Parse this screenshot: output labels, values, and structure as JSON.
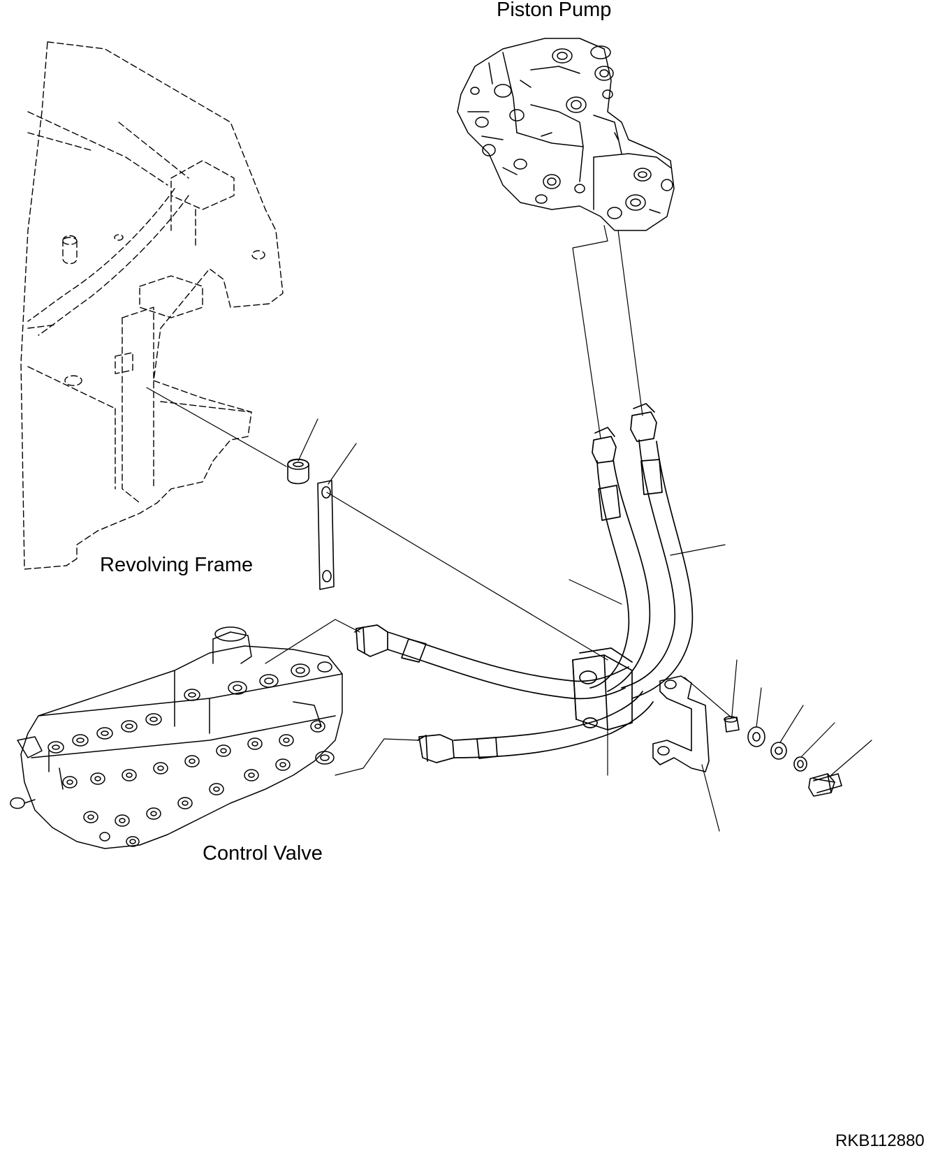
{
  "labels": {
    "piston_pump": "Piston Pump",
    "revolving_frame": "Revolving Frame",
    "control_valve": "Control Valve",
    "drawing_code": "RKB112880"
  },
  "colors": {
    "line": "#000000",
    "background": "#ffffff"
  }
}
